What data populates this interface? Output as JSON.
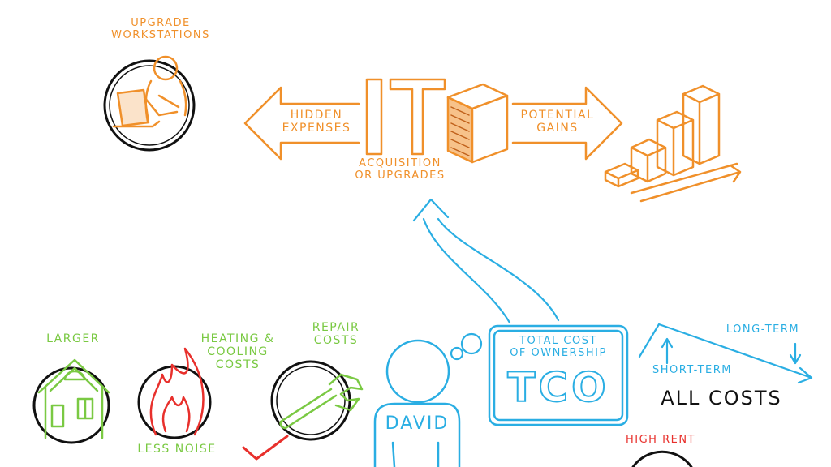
{
  "colors": {
    "orange": "#f0902a",
    "green": "#7ac943",
    "blue": "#2aaee3",
    "red": "#e8302c",
    "black": "#111111"
  },
  "top": {
    "workstations_label": [
      "Upgrade",
      "Workstations"
    ],
    "hidden_expenses_label": [
      "Hidden",
      "Expenses"
    ],
    "it_letters": "IT",
    "acquisition_label": [
      "Acquisition",
      "or Upgrades"
    ],
    "potential_gains_label": [
      "Potential",
      "Gains"
    ]
  },
  "bottom": {
    "larger_label": "Larger",
    "heating_label": [
      "Heating &",
      "Cooling",
      "Costs"
    ],
    "repair_label": [
      "Repair",
      "Costs"
    ],
    "less_noise_label": "Less Noise",
    "person_name": "David",
    "tco_box": {
      "title": [
        "Total Cost",
        "of Ownership"
      ],
      "acronym": "TCO"
    },
    "long_term_label": "Long-Term",
    "short_term_label": "Short-Term",
    "all_costs_label": "All Costs",
    "high_rent_label": "High Rent"
  },
  "icons": [
    "person-at-laptop-icon",
    "server-icon",
    "bar-growth-icon",
    "house-icon",
    "flame-icon",
    "wrench-icon",
    "thought-bubble-icon",
    "checkmark-icon"
  ]
}
